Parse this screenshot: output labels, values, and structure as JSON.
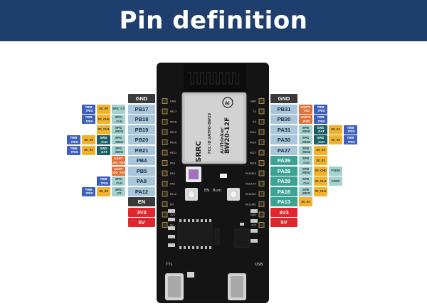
{
  "header": {
    "title": "Pin definition"
  },
  "colors": {
    "header_bg": "#1e3f6e",
    "gpio": "#a9c6da",
    "gnd": "#3a3a3a",
    "power": "#e3262b",
    "en": "#3a3a3a",
    "tim": "#3d5fba",
    "pwm": "#f3b22b",
    "spi": "#a5d2cd",
    "swd": "#1a5d63",
    "uart": "#e46f39",
    "teal": "#3ba394"
  },
  "board": {
    "module_lines": [
      "BW20-12F",
      "Ai-Thinker",
      "FCC ID:2ATPO-BW20",
      "SRRC",
      "CMIIT ID",
      "2AM"
    ],
    "left_header_labels": [
      "GND",
      "PB17",
      "PB18",
      "PB19",
      "PB20",
      "PB21",
      "PB4",
      "PB5",
      "PA8",
      "PA12",
      "EN",
      "3V3",
      "5V"
    ],
    "right_header_labels": [
      "GND",
      "TX",
      "RX",
      "PA31",
      "PA30",
      "PA27",
      "PA26",
      "PA28/RX",
      "PA29/TX",
      "PA16/NC",
      "PA13/NC",
      "GND",
      "3V3"
    ],
    "en_label": "EN",
    "burn_label": "Burn",
    "ttl_label": "TTL",
    "usb_label": "USB"
  },
  "left_pins": [
    {
      "name": "GND",
      "kind": "gnd",
      "funcs": []
    },
    {
      "name": "PB17",
      "kind": "gpio",
      "funcs": [
        {
          "text": "TIM8\n_TRIG",
          "kind": "tim"
        },
        {
          "text": "S0_00",
          "kind": "pwm"
        },
        {
          "text": "SPI1_CS",
          "kind": "spi"
        }
      ]
    },
    {
      "name": "PB18",
      "kind": "gpio",
      "funcs": [
        {
          "text": "TIM8\n_TRIG",
          "kind": "tim"
        },
        {
          "text": "S0_CH0",
          "kind": "pwm"
        },
        {
          "text": "SPI1\n_CLK",
          "kind": "spi"
        }
      ]
    },
    {
      "name": "PB19",
      "kind": "gpio",
      "funcs": [
        {
          "text": "S0_CH1",
          "kind": "pwm"
        },
        {
          "text": "SPI1\n_MOSI",
          "kind": "spi"
        }
      ]
    },
    {
      "name": "PB20",
      "kind": "gpio",
      "funcs": [
        {
          "text": "TIM9\n_TRIG",
          "kind": "tim"
        },
        {
          "text": "S0_00",
          "kind": "pwm"
        },
        {
          "text": "SWD\n_CLK",
          "kind": "swd"
        },
        {
          "text": "SPI1\n_MISO",
          "kind": "spi"
        }
      ]
    },
    {
      "name": "PB21",
      "kind": "gpio",
      "funcs": [
        {
          "text": "TIM8\n_TRIG",
          "kind": "tim"
        },
        {
          "text": "S0_01",
          "kind": "pwm"
        },
        {
          "text": "SWD\n_DAT",
          "kind": "swd"
        },
        {
          "text": "SPI1\n_MOSI",
          "kind": "spi"
        }
      ]
    },
    {
      "name": "PB4",
      "kind": "gpio",
      "funcs": [
        {
          "text": "UART\nLOG_RXD",
          "kind": "uart"
        }
      ]
    },
    {
      "name": "PB5",
      "kind": "gpio",
      "funcs": [
        {
          "text": "UART\nLOG_TXD",
          "kind": "uart"
        }
      ]
    },
    {
      "name": "PA8",
      "kind": "gpio",
      "funcs": [
        {
          "text": "TIM8\n_TRIG",
          "kind": "tim"
        },
        {
          "text": "SPI1\n_CLK",
          "kind": "spi"
        }
      ]
    },
    {
      "name": "PA12",
      "kind": "gpio",
      "funcs": [
        {
          "text": "TIM9\n_TRIG",
          "kind": "tim"
        },
        {
          "text": "S0_08",
          "kind": "pwm"
        },
        {
          "text": "SPI1\n_CS",
          "kind": "spi"
        }
      ]
    },
    {
      "name": "EN",
      "kind": "en",
      "funcs": []
    },
    {
      "name": "3V3",
      "kind": "power",
      "funcs": []
    },
    {
      "name": "5V",
      "kind": "power",
      "funcs": []
    }
  ],
  "right_pins": [
    {
      "name": "GND",
      "kind": "gnd",
      "funcs": []
    },
    {
      "name": "PB31",
      "kind": "gpio",
      "funcs": [
        {
          "text": "UART1\n_TXD",
          "kind": "uart"
        },
        {
          "text": "TIM8\n_TRIG",
          "kind": "tim"
        }
      ]
    },
    {
      "name": "PB30",
      "kind": "gpio",
      "funcs": [
        {
          "text": "UART1\n_RXD",
          "kind": "uart"
        },
        {
          "text": "TIM8\n_TRIG",
          "kind": "tim"
        }
      ]
    },
    {
      "name": "PA31",
      "kind": "gpio",
      "funcs": [
        {
          "text": "SPI0\n_MISO",
          "kind": "spi"
        },
        {
          "text": "SWD\n_DAT",
          "kind": "swd"
        },
        {
          "text": "S0_01",
          "kind": "pwm"
        },
        {
          "text": "TIM8\n_TRIG",
          "kind": "tim"
        }
      ]
    },
    {
      "name": "PA30",
      "kind": "gpio",
      "funcs": [
        {
          "text": "SPI1\n_MISO",
          "kind": "spi"
        },
        {
          "text": "SWD\n_CLK",
          "kind": "swd"
        },
        {
          "text": "S0_00",
          "kind": "pwm"
        },
        {
          "text": "TIM9\n_TRIG",
          "kind": "tim"
        }
      ]
    },
    {
      "name": "PA27",
      "kind": "gpio",
      "funcs": [
        {
          "text": "SPI0\n_MOSI",
          "kind": "spi"
        },
        {
          "text": "S0_03",
          "kind": "pwm"
        }
      ]
    },
    {
      "name": "PA26",
      "kind": "teal",
      "funcs": [
        {
          "text": "SPI0\n_CLK",
          "kind": "spi"
        },
        {
          "text": "S0_02",
          "kind": "pwm"
        }
      ]
    },
    {
      "name": "PA28",
      "kind": "teal",
      "funcs": [
        {
          "text": "SPI0\n_MISO",
          "kind": "spi"
        },
        {
          "text": "S0_CH0",
          "kind": "pwm"
        },
        {
          "text": "FSDM",
          "kind": "spi"
        }
      ]
    },
    {
      "name": "PA29",
      "kind": "teal",
      "funcs": [
        {
          "text": "SPI0\n_CLK",
          "kind": "spi"
        },
        {
          "text": "S0_CLK",
          "kind": "pwm"
        },
        {
          "text": "FSDP",
          "kind": "spi"
        }
      ]
    },
    {
      "name": "PA16",
      "kind": "teal",
      "funcs": [
        {
          "text": "SPI0\n_MISO",
          "kind": "spi"
        },
        {
          "text": "S0_CLK",
          "kind": "pwm"
        }
      ]
    },
    {
      "name": "PA13",
      "kind": "teal",
      "funcs": [
        {
          "text": "S0_00",
          "kind": "pwm"
        }
      ]
    },
    {
      "name": "3V3",
      "kind": "power",
      "funcs": []
    },
    {
      "name": "5V",
      "kind": "power",
      "funcs": []
    }
  ]
}
